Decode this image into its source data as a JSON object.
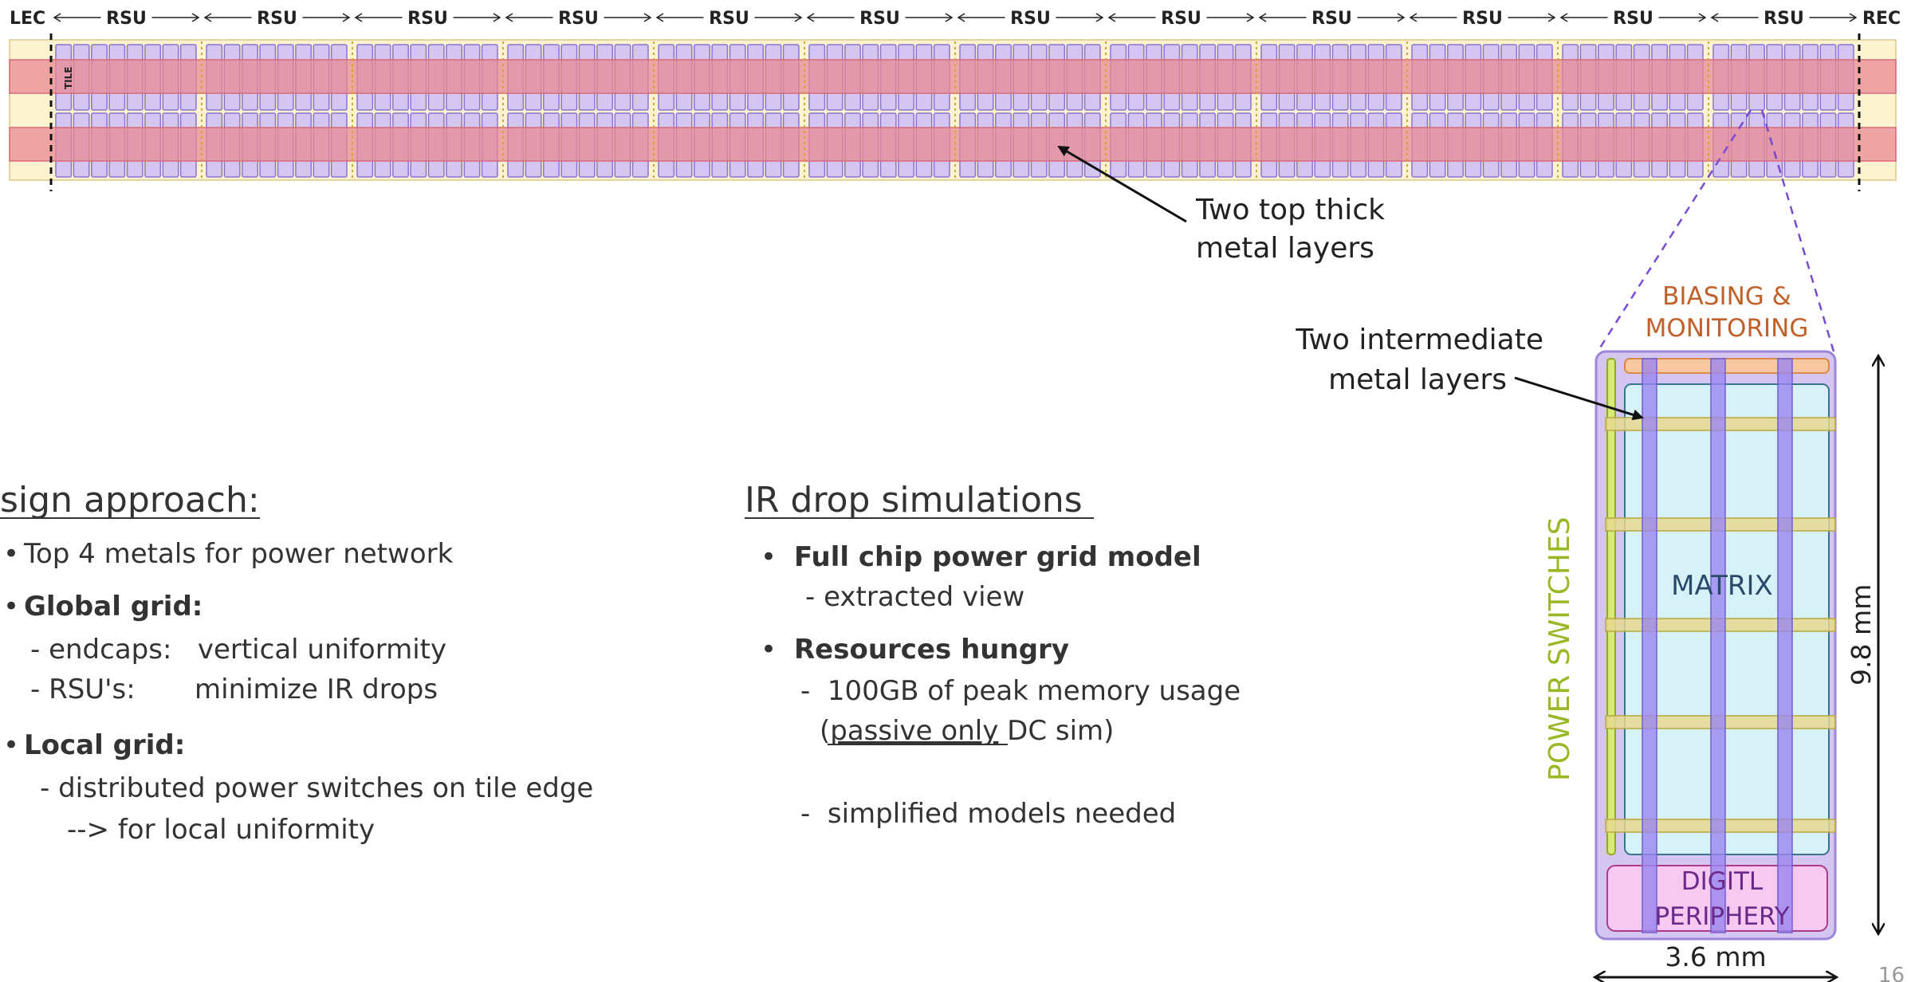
{
  "strip": {
    "lec_label": "LEC",
    "rec_label": "REC",
    "rsu_labels": [
      "RSU",
      "RSU",
      "RSU",
      "RSU",
      "RSU",
      "RSU",
      "RSU",
      "RSU",
      "RSU",
      "RSU",
      "RSU",
      "RSU"
    ],
    "tile_label": "TILE"
  },
  "annotations": {
    "top_metal_line1": "Two top thick",
    "top_metal_line2": "metal layers",
    "intermediate_line1": "Two intermediate",
    "intermediate_line2": "metal layers"
  },
  "design": {
    "heading": "sign approach:",
    "b1": "Top 4 metals for power network",
    "b2": "Global grid:",
    "b2a": "- endcaps:   vertical uniformity",
    "b2b_key": "- RSU's:",
    "b2b_val": "minimize IR drops",
    "b3": "Local grid:",
    "b3a": "- distributed power switches on tile edge",
    "b3b": "--> for local uniformity"
  },
  "ir": {
    "heading": "IR drop simulations",
    "b1": "Full chip power grid model",
    "b1a": "- extracted view",
    "b2": "Resources hungry",
    "b2a": "-  100GB of peak memory usage",
    "b2b_open": "(",
    "b2b_u": "passive only",
    "b2b_rest": " DC sim)",
    "b2c": "-  simplified models needed"
  },
  "tile": {
    "biasing_line1": "BIASING &",
    "biasing_line2": "MONITORING",
    "matrix": "MATRIX",
    "digital_line1": "DIGITL",
    "digital_line2": "PERIPHERY",
    "power_switches": "POWER SWITCHES",
    "height": "9.8 mm",
    "width": "3.6 mm"
  },
  "page_number": "16",
  "colors": {
    "metal_red": "#e88a94",
    "tile_purple": "#d4c6f0",
    "endcap_yellow": "#fdf3d0",
    "biasing_orange": "#c0602a",
    "matrix_blue": "#d6f2f8",
    "power_green": "#9ab825",
    "digital_pink": "#f7c8f0"
  }
}
